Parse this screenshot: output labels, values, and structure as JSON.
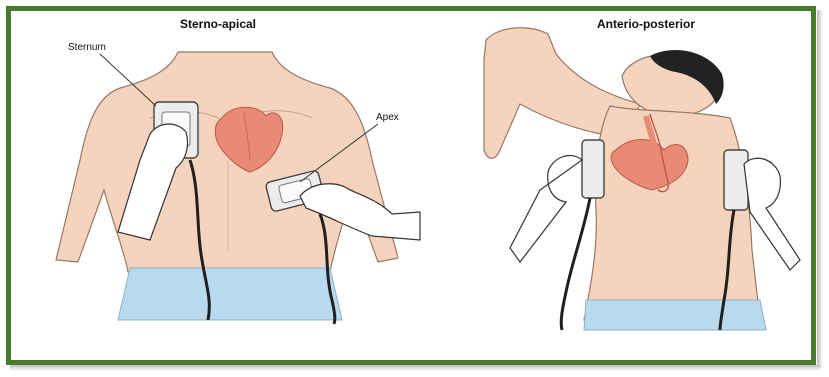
{
  "panels": [
    {
      "title": "Sterno-apical",
      "labels": {
        "sternum": "Sternum",
        "apex": "Apex"
      }
    },
    {
      "title": "Anterio-posterior"
    }
  ],
  "colors": {
    "frame": "#4a7a2c",
    "skin": "#f6d3bd",
    "skin_outline": "#9a7766",
    "heart": "#e88a74",
    "heart_outline": "#b85a48",
    "cloth": "#b9d9ee",
    "paddle": "#ececec",
    "cable": "#202020",
    "hair": "#222222"
  }
}
